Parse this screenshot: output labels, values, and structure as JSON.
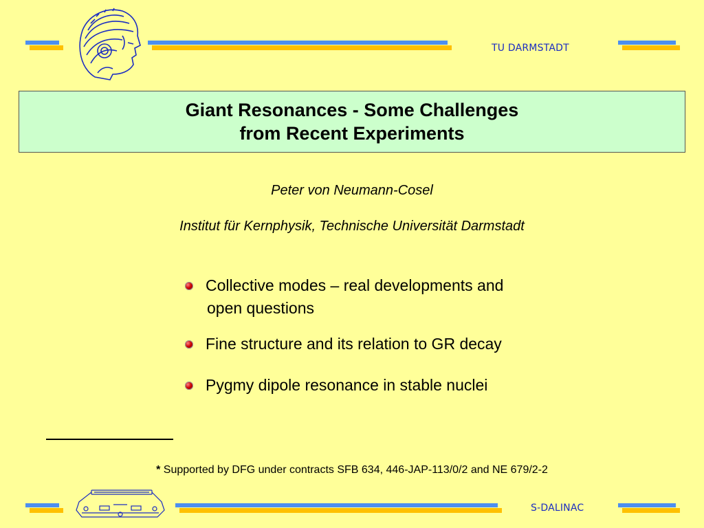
{
  "header": {
    "institution_label": "TU DARMSTADT"
  },
  "footer": {
    "facility_label": "S-DALINAC"
  },
  "title": {
    "line1": "Giant Resonances - Some Challenges",
    "line2": "from Recent Experiments"
  },
  "author": {
    "name": "Peter von Neumann-Cosel",
    "affiliation": "Institut für Kernphysik, Technische Universität Darmstadt"
  },
  "bullets": [
    {
      "line1": "Collective modes – real developments and",
      "line2": "open questions"
    },
    {
      "line1": "Fine structure and its relation to GR decay"
    },
    {
      "line1": "Pygmy dipole resonance in stable nuclei"
    }
  ],
  "footnote": {
    "marker": "*",
    "text": " Supported by DFG under contracts SFB 634, 446-JAP-113/0/2 and NE 679/2-2"
  },
  "colors": {
    "background": "#ffff99",
    "title_box": "#ccffcc",
    "bar_blue": "#4d8ff0",
    "bar_orange": "#ffc000",
    "brand_text": "#1b2cc1"
  },
  "icons": {
    "logo": "athena-head-logo",
    "footer_logo": "accelerator-layout-icon",
    "bullet": "red-sphere-bullet-icon"
  }
}
